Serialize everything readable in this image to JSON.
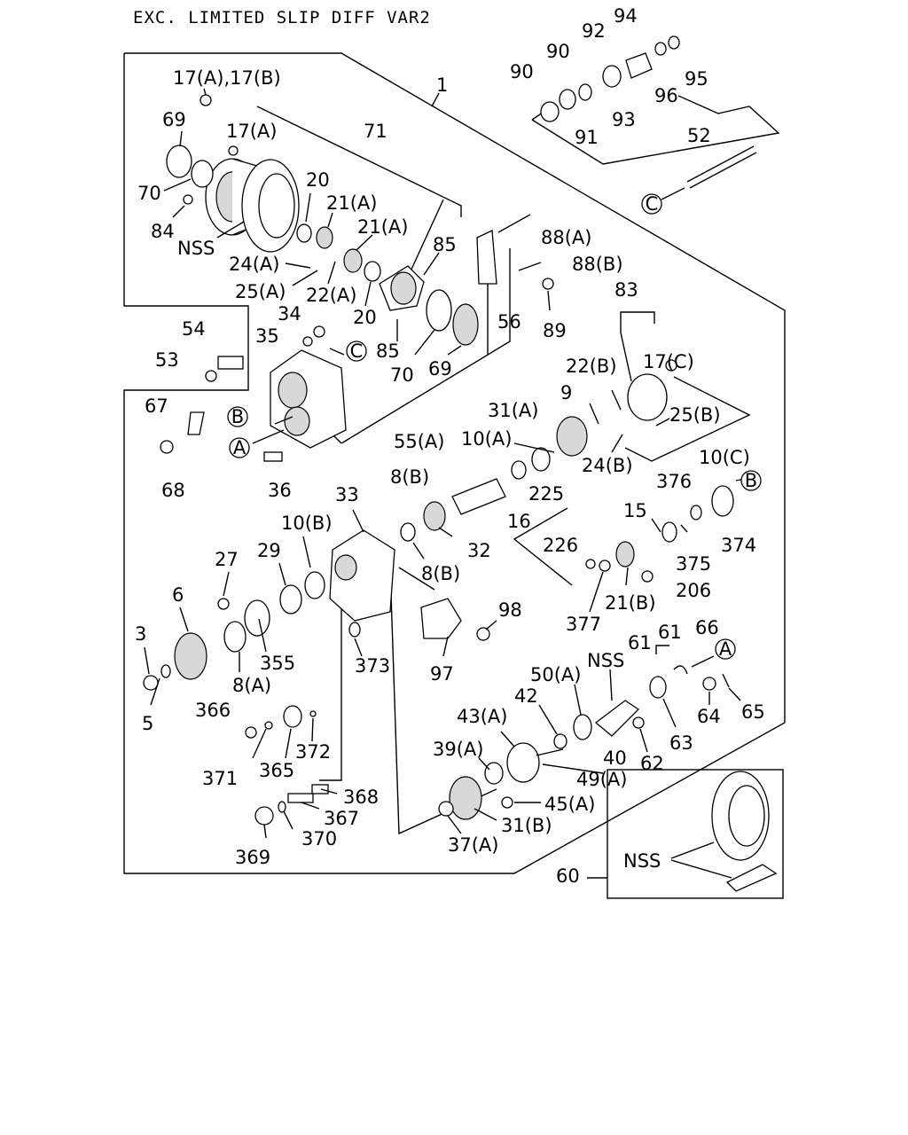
{
  "diagram": {
    "title": "EXC. LIMITED SLIP DIFF VAR2",
    "callouts": [
      "17(A),17(B)",
      "69",
      "17(A)",
      "71",
      "70",
      "84",
      "NSS",
      "20",
      "21(A)",
      "21(A)",
      "24(A)",
      "85",
      "25(A)",
      "22(A)",
      "20",
      "85",
      "70",
      "69",
      "56",
      "88(A)",
      "88(B)",
      "89",
      "83",
      "17(C)",
      "1",
      "94",
      "92",
      "90",
      "90",
      "96",
      "95",
      "91",
      "93",
      "52",
      "54",
      "53",
      "34",
      "35",
      "67",
      "68",
      "36",
      "55(A)",
      "22(B)",
      "9",
      "31(A)",
      "25(B)",
      "10(A)",
      "24(B)",
      "10(C)",
      "376",
      "225",
      "16",
      "8(B)",
      "33",
      "32",
      "8(B)",
      "15",
      "374",
      "375",
      "226",
      "206",
      "21(B)",
      "377",
      "10(B)",
      "29",
      "27",
      "6",
      "3",
      "5",
      "355",
      "8(A)",
      "373",
      "98",
      "97",
      "61",
      "61",
      "66",
      "NSS",
      "50(A)",
      "42",
      "43(A)",
      "65",
      "64",
      "63",
      "62",
      "40",
      "49(A)",
      "39(A)",
      "45(A)",
      "31(B)",
      "37(A)",
      "366",
      "371",
      "365",
      "372",
      "368",
      "367",
      "370",
      "369",
      "60",
      "NSS"
    ],
    "refs": [
      "C",
      "B",
      "A",
      "B",
      "C",
      "A"
    ]
  }
}
